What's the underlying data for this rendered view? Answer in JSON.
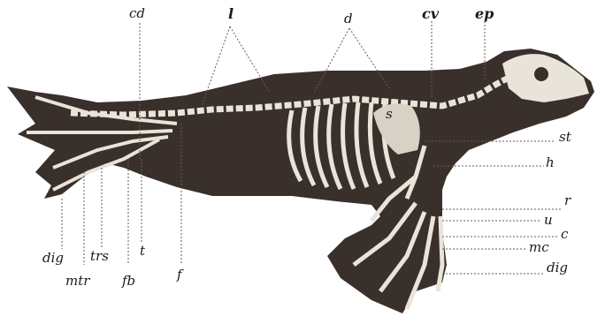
{
  "figure": {
    "subject": "seal skeleton",
    "background_color": "#ffffff",
    "body_color": "#3a302b",
    "bone_color": "#e9e4da",
    "line_color": "#6b5b4a"
  },
  "labels": {
    "cd": "cd",
    "l": "l",
    "d": "d",
    "cv": "cv",
    "ep": "ep",
    "s": "s",
    "st": "st",
    "h": "h",
    "r": "r",
    "u": "u",
    "c": "c",
    "mc": "mc",
    "dig_fore": "dig",
    "dig_hind": "dig",
    "mtr": "mtr",
    "trs": "trs",
    "fb": "fb",
    "t": "t",
    "f": "f"
  }
}
